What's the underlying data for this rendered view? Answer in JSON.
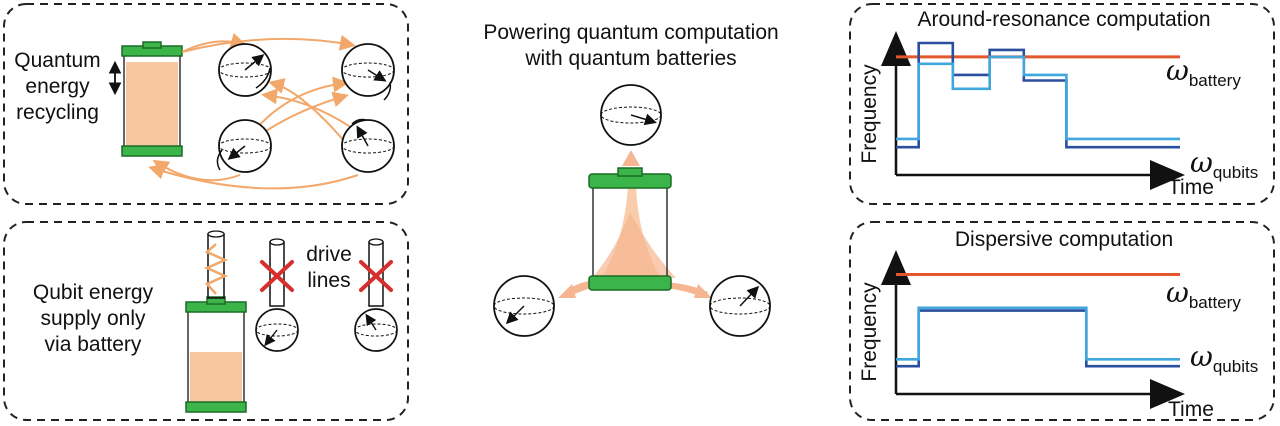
{
  "panels": {
    "recycling": {
      "line1": "Quantum",
      "line2": "energy",
      "line3": "recycling"
    },
    "supply": {
      "line1": "Qubit energy",
      "line2": "supply only",
      "line3": "via battery",
      "drive_line1": "drive",
      "drive_line2": "lines"
    },
    "center": {
      "title_line1": "Powering quantum computation",
      "title_line2": "with quantum batteries"
    }
  },
  "chart_data": [
    {
      "type": "line",
      "title": "Around-resonance computation",
      "xlabel": "Time",
      "ylabel": "Frequency",
      "series": [
        {
          "name": "ω battery",
          "label_main": "ω",
          "label_sub": "battery",
          "color": "#e2572b",
          "x": [
            0,
            1
          ],
          "values": [
            0.85,
            0.85
          ]
        },
        {
          "name": "ω qubits (dark)",
          "color": "#2a4f9e",
          "x": [
            0,
            0.08,
            0.08,
            0.2,
            0.2,
            0.33,
            0.33,
            0.45,
            0.45,
            0.6,
            0.6,
            1
          ],
          "values": [
            0.2,
            0.2,
            0.95,
            0.95,
            0.72,
            0.72,
            0.9,
            0.9,
            0.68,
            0.68,
            0.2,
            0.2
          ]
        },
        {
          "name": "ω qubits (light)",
          "label_main": "ω",
          "label_sub": "qubits",
          "color": "#3fa7dc",
          "x": [
            0,
            0.08,
            0.08,
            0.2,
            0.2,
            0.33,
            0.33,
            0.45,
            0.45,
            0.6,
            0.6,
            1
          ],
          "values": [
            0.26,
            0.26,
            0.8,
            0.8,
            0.62,
            0.62,
            0.85,
            0.85,
            0.72,
            0.72,
            0.26,
            0.26
          ]
        }
      ]
    },
    {
      "type": "line",
      "title": "Dispersive computation",
      "xlabel": "Time",
      "ylabel": "Frequency",
      "series": [
        {
          "name": "ω battery",
          "label_main": "ω",
          "label_sub": "battery",
          "color": "#e2572b",
          "x": [
            0,
            1
          ],
          "values": [
            0.86,
            0.86
          ]
        },
        {
          "name": "ω qubits (dark)",
          "color": "#2a4f9e",
          "x": [
            0,
            0.08,
            0.08,
            0.67,
            0.67,
            1
          ],
          "values": [
            0.2,
            0.2,
            0.6,
            0.6,
            0.2,
            0.2
          ]
        },
        {
          "name": "ω qubits (light)",
          "label_main": "ω",
          "label_sub": "qubits",
          "color": "#3fa7dc",
          "x": [
            0,
            0.08,
            0.08,
            0.67,
            0.67,
            1
          ],
          "values": [
            0.25,
            0.25,
            0.62,
            0.62,
            0.25,
            0.25
          ]
        }
      ]
    }
  ]
}
